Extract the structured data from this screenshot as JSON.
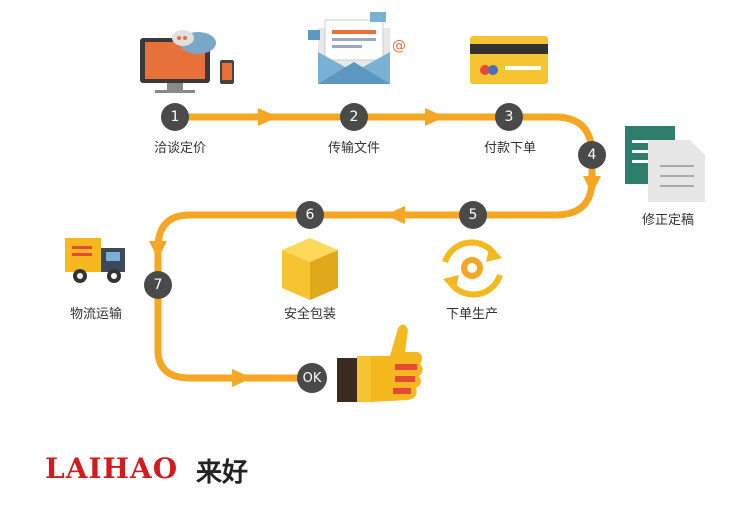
{
  "steps": [
    {
      "number": "1",
      "label": "洽谈定价",
      "icon": "computer-chat-icon"
    },
    {
      "number": "2",
      "label": "传输文件",
      "icon": "email-envelope-icon"
    },
    {
      "number": "3",
      "label": "付款下单",
      "icon": "credit-card-icon"
    },
    {
      "number": "4",
      "label": "修正定稿",
      "icon": "spreadsheet-document-icon"
    },
    {
      "number": "5",
      "label": "下单生产",
      "icon": "gear-cycle-icon"
    },
    {
      "number": "6",
      "label": "安全包装",
      "icon": "box-package-icon"
    },
    {
      "number": "7",
      "label": "物流运输",
      "icon": "delivery-truck-icon"
    }
  ],
  "final": {
    "label": "OK",
    "icon": "thumbs-up-icon"
  },
  "logo": {
    "text": "LAIHAO",
    "chinese": "来好"
  },
  "colors": {
    "path": "#f5a623",
    "node": "#4a4a4a",
    "logo_red": "#d01c1c"
  }
}
